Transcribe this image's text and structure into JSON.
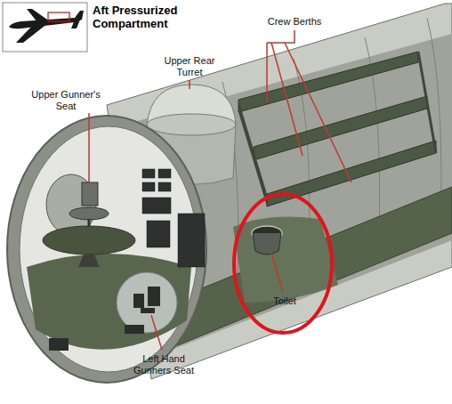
{
  "diagram": {
    "title": "Aft Pressurized Compartment",
    "labels": [
      "Upper Gunner's Seat",
      "Upper Rear Turret",
      "Crew Berths",
      "Toilet",
      "Left Hand Gunners Seat"
    ]
  }
}
